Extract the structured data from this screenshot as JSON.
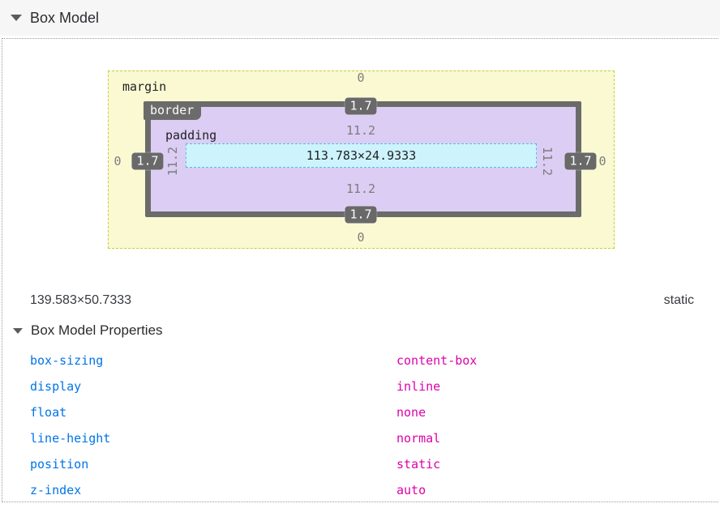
{
  "header": {
    "title": "Box Model"
  },
  "diagram": {
    "margin_label": "margin",
    "border_label": "border",
    "padding_label": "padding",
    "content_size": "113.783×24.9333",
    "values": {
      "margin_top": "0",
      "margin_right": "0",
      "margin_bottom": "0",
      "margin_left": "0",
      "border_top": "1.7",
      "border_right": "1.7",
      "border_bottom": "1.7",
      "border_left": "1.7",
      "padding_top": "11.2",
      "padding_right": "11.2",
      "padding_bottom": "11.2",
      "padding_left": "11.2"
    },
    "colors": {
      "margin_fill": "#faf9d2",
      "margin_dash": "#c3cf36",
      "border_fill": "#6b6b6b",
      "padding_fill": "#dbcdf3",
      "content_fill": "#cdf3fd",
      "content_dash": "#5fbade",
      "value_gray": "#7d7d7d"
    }
  },
  "summary": {
    "element_size": "139.583×50.7333",
    "element_position": "static"
  },
  "properties_section": {
    "title": "Box Model Properties",
    "name_color": "#0074e8",
    "value_color": "#dd00a9",
    "rows": [
      {
        "name": "box-sizing",
        "value": "content-box"
      },
      {
        "name": "display",
        "value": "inline"
      },
      {
        "name": "float",
        "value": "none"
      },
      {
        "name": "line-height",
        "value": "normal"
      },
      {
        "name": "position",
        "value": "static"
      },
      {
        "name": "z-index",
        "value": "auto"
      }
    ]
  }
}
